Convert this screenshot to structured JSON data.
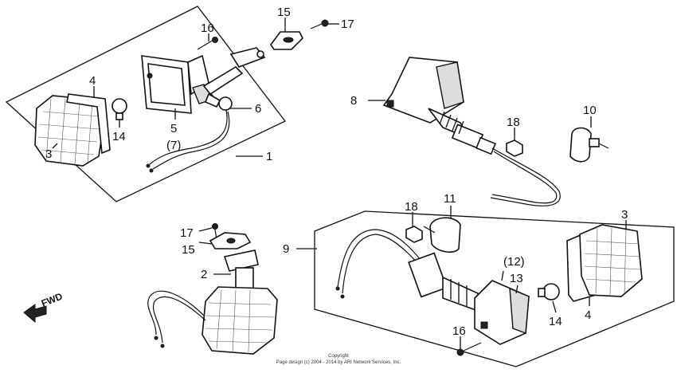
{
  "callouts": {
    "c1": "1",
    "c2": "2",
    "c3a": "3",
    "c3b": "3",
    "c4a": "4",
    "c4b": "4",
    "c5": "5",
    "c6": "6",
    "c7": "(7)",
    "c8": "8",
    "c9": "9",
    "c10": "10",
    "c11": "11",
    "c12": "(12)",
    "c13": "13",
    "c14a": "14",
    "c14b": "14",
    "c15a": "15",
    "c15b": "15",
    "c16a": "16",
    "c16b": "16",
    "c17a": "17",
    "c17b": "17",
    "c18a": "18",
    "c18b": "18"
  },
  "forward_label": "FWD",
  "copyright": {
    "line1": "Copyright",
    "line2": "Page design (c) 2004 - 2014 by ARI Network Services, Inc."
  }
}
